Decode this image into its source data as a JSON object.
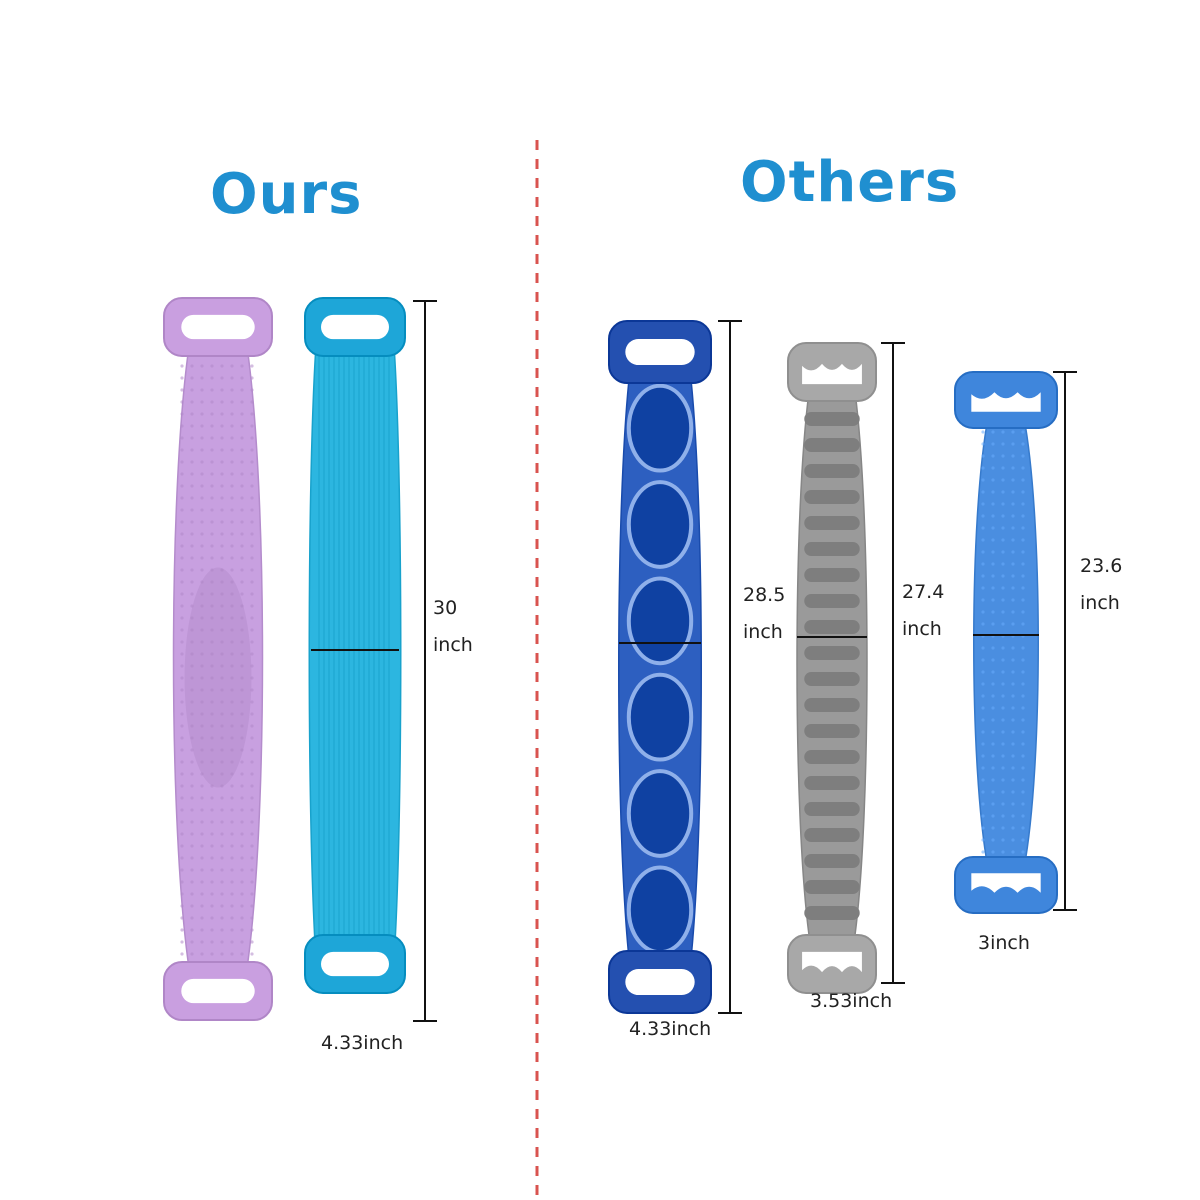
{
  "headings": {
    "ours": "Ours",
    "others": "Others"
  },
  "colors": {
    "heading": "#1f8fd0",
    "divider": "#d9534f",
    "purple_scrubber": "#c8a0e0",
    "cyan_scrubber": "#2cb6e0",
    "navy_scrubber": "#2d5fc0",
    "gray_scrubber": "#9a9a9a",
    "light_blue_scrubber": "#4a8ee0"
  },
  "products": [
    {
      "name": "purple-scrubber",
      "group": "ours",
      "color": "#c8a0e0",
      "handle": "#c99fe0",
      "handle_style": "slot"
    },
    {
      "name": "cyan-scrubber",
      "group": "ours",
      "color": "#2cb6e0",
      "handle": "#1ea6d8",
      "handle_style": "slot",
      "length_value": "30",
      "length_unit": "inch",
      "width_label": "4.33inch"
    },
    {
      "name": "navy-scrubber",
      "group": "others",
      "color": "#2d5fc0",
      "handle": "#2450b0",
      "handle_style": "slot",
      "length_value": "28.5",
      "length_unit": "inch",
      "width_label": "4.33inch"
    },
    {
      "name": "gray-scrubber",
      "group": "others",
      "color": "#9a9a9a",
      "handle": "#a8a8a8",
      "handle_style": "teeth",
      "length_value": "27.4",
      "length_unit": "inch",
      "width_label": "3.53inch"
    },
    {
      "name": "light-blue-scrubber",
      "group": "others",
      "color": "#4a8ee0",
      "handle": "#3f86dc",
      "handle_style": "teeth",
      "length_value": "23.6",
      "length_unit": "inch",
      "width_label": "3inch"
    }
  ]
}
